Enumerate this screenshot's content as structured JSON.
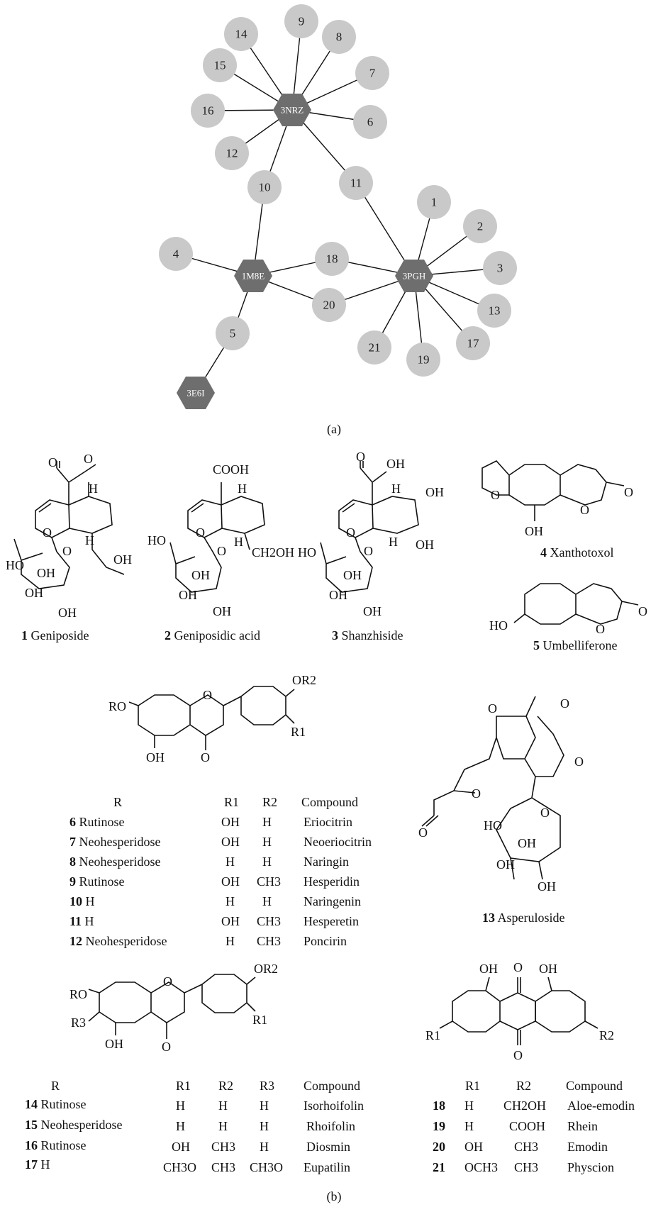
{
  "panel_a": {
    "caption": "(a)",
    "targets": {
      "nrz": "3NRZ",
      "m8e": "1M8E",
      "pgh": "3PGH",
      "e6i": "3E6I"
    },
    "nodes": [
      "1",
      "2",
      "3",
      "4",
      "5",
      "6",
      "7",
      "8",
      "9",
      "10",
      "11",
      "12",
      "13",
      "14",
      "15",
      "16",
      "17",
      "18",
      "19",
      "20",
      "21"
    ]
  },
  "panel_b": {
    "caption": "(b)",
    "compounds_top": [
      {
        "num": "1",
        "name": "Geniposide"
      },
      {
        "num": "2",
        "name": "Geniposidic acid"
      },
      {
        "num": "3",
        "name": "Shanzhiside"
      },
      {
        "num": "4",
        "name": "Xanthotoxol"
      },
      {
        "num": "5",
        "name": "Umbelliferone"
      }
    ],
    "atom_labels": {
      "o": "O",
      "oh": "OH",
      "ho": "HO",
      "h": "H",
      "cooh": "COOH",
      "ch2oh": "CH2OH",
      "ro": "RO",
      "or2": "OR2",
      "r1": "R1",
      "r2": "R2",
      "r3": "R3"
    },
    "flavanone_table": {
      "headers": {
        "r": "R",
        "r1": "R1",
        "r2": "R2",
        "compound": "Compound"
      },
      "rows": [
        {
          "num": "6",
          "r": "Rutinose",
          "r1": "OH",
          "r2": "H",
          "compound": "Eriocitrin"
        },
        {
          "num": "7",
          "r": "Neohesperidose",
          "r1": "OH",
          "r2": "H",
          "compound": "Neoeriocitrin"
        },
        {
          "num": "8",
          "r": "Neohesperidose",
          "r1": "H",
          "r2": "H",
          "compound": "Naringin"
        },
        {
          "num": "9",
          "r": "Rutinose",
          "r1": "OH",
          "r2": "CH3",
          "compound": "Hesperidin"
        },
        {
          "num": "10",
          "r": "H",
          "r1": "H",
          "r2": "H",
          "compound": "Naringenin"
        },
        {
          "num": "11",
          "r": "H",
          "r1": "OH",
          "r2": "CH3",
          "compound": "Hesperetin"
        },
        {
          "num": "12",
          "r": "Neohesperidose",
          "r1": "H",
          "r2": "CH3",
          "compound": "Poncirin"
        }
      ]
    },
    "asperuloside": {
      "num": "13",
      "name": "Asperuloside"
    },
    "flavone_table": {
      "headers": {
        "r": "R",
        "r1": "R1",
        "r2": "R2",
        "r3": "R3",
        "compound": "Compound"
      },
      "rows": [
        {
          "num": "14",
          "r": "Rutinose",
          "r1": "H",
          "r2": "H",
          "r3": "H",
          "compound": "Isorhoifolin"
        },
        {
          "num": "15",
          "r": "Neohesperidose",
          "r1": "H",
          "r2": "H",
          "r3": "H",
          "compound": "Rhoifolin"
        },
        {
          "num": "16",
          "r": "Rutinose",
          "r1": "OH",
          "r2": "CH3",
          "r3": "H",
          "compound": "Diosmin"
        },
        {
          "num": "17",
          "r": "H",
          "r1": "CH3O",
          "r2": "CH3",
          "r3": "CH3O",
          "compound": "Eupatilin"
        }
      ]
    },
    "anthraquinone_table": {
      "headers": {
        "r1": "R1",
        "r2": "R2",
        "compound": "Compound"
      },
      "rows": [
        {
          "num": "18",
          "r1": "H",
          "r2": "CH2OH",
          "compound": "Aloe-emodin"
        },
        {
          "num": "19",
          "r1": "H",
          "r2": "COOH",
          "compound": "Rhein"
        },
        {
          "num": "20",
          "r1": "OH",
          "r2": "CH3",
          "compound": "Emodin"
        },
        {
          "num": "21",
          "r1": "OCH3",
          "r2": "CH3",
          "compound": "Physcion"
        }
      ]
    }
  }
}
